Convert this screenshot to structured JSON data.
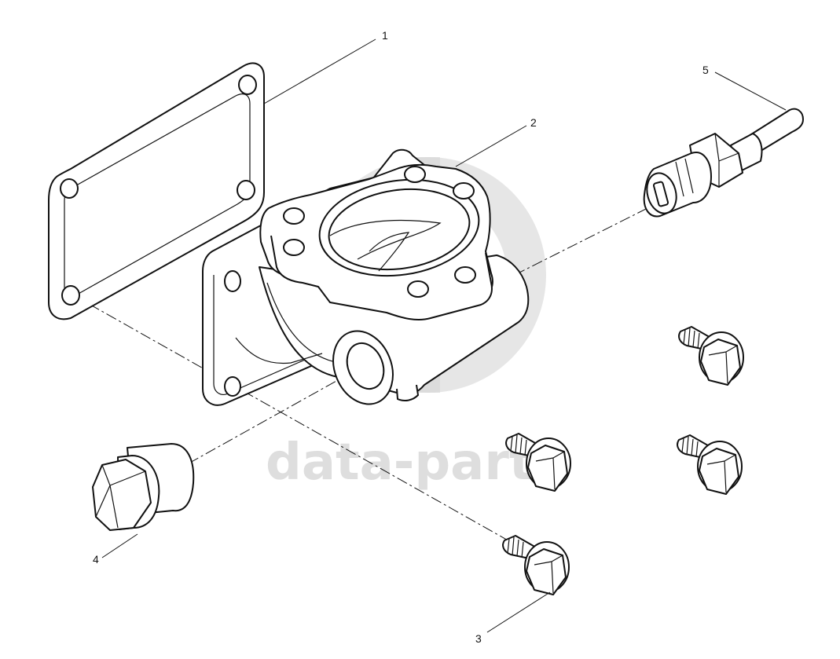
{
  "diagram": {
    "callouts": [
      {
        "id": "1",
        "label": "1"
      },
      {
        "id": "2",
        "label": "2"
      },
      {
        "id": "3",
        "label": "3"
      },
      {
        "id": "4",
        "label": "4"
      },
      {
        "id": "5",
        "label": "5"
      }
    ],
    "watermark": {
      "text": "data-parts"
    }
  }
}
